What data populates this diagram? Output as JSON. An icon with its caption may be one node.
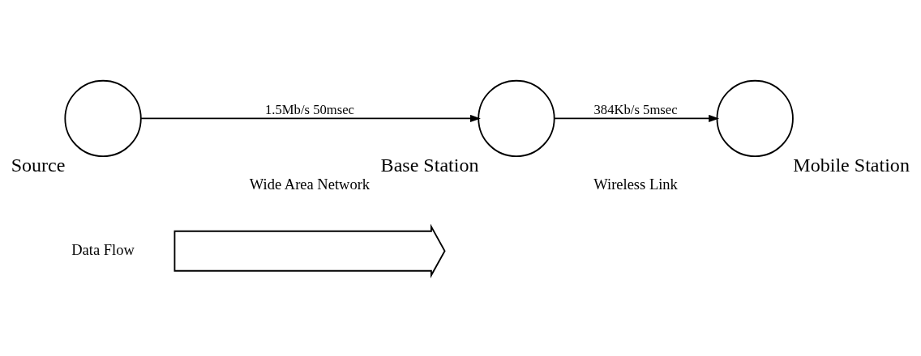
{
  "diagram": {
    "nodes": [
      {
        "text": [],
        "shape": "arrow",
        "beside": [
          "Data Flow"
        ]
      },
      {
        "text": [
          "Source"
        ]
      },
      {
        "text": [
          "Base Station"
        ]
      },
      {
        "text": [
          "Mobile Station"
        ]
      }
    ],
    "edges": [
      {
        "from": 1,
        "to": 2,
        "arrow": "to",
        "label": "1.5Mb/s 50msec"
      },
      {
        "from": 2,
        "to": 3,
        "arrow": "to",
        "label": "384Kb/s 5msec"
      }
    ],
    "labels": [
      "Wide Area Network",
      "Wireless Link"
    ]
  }
}
